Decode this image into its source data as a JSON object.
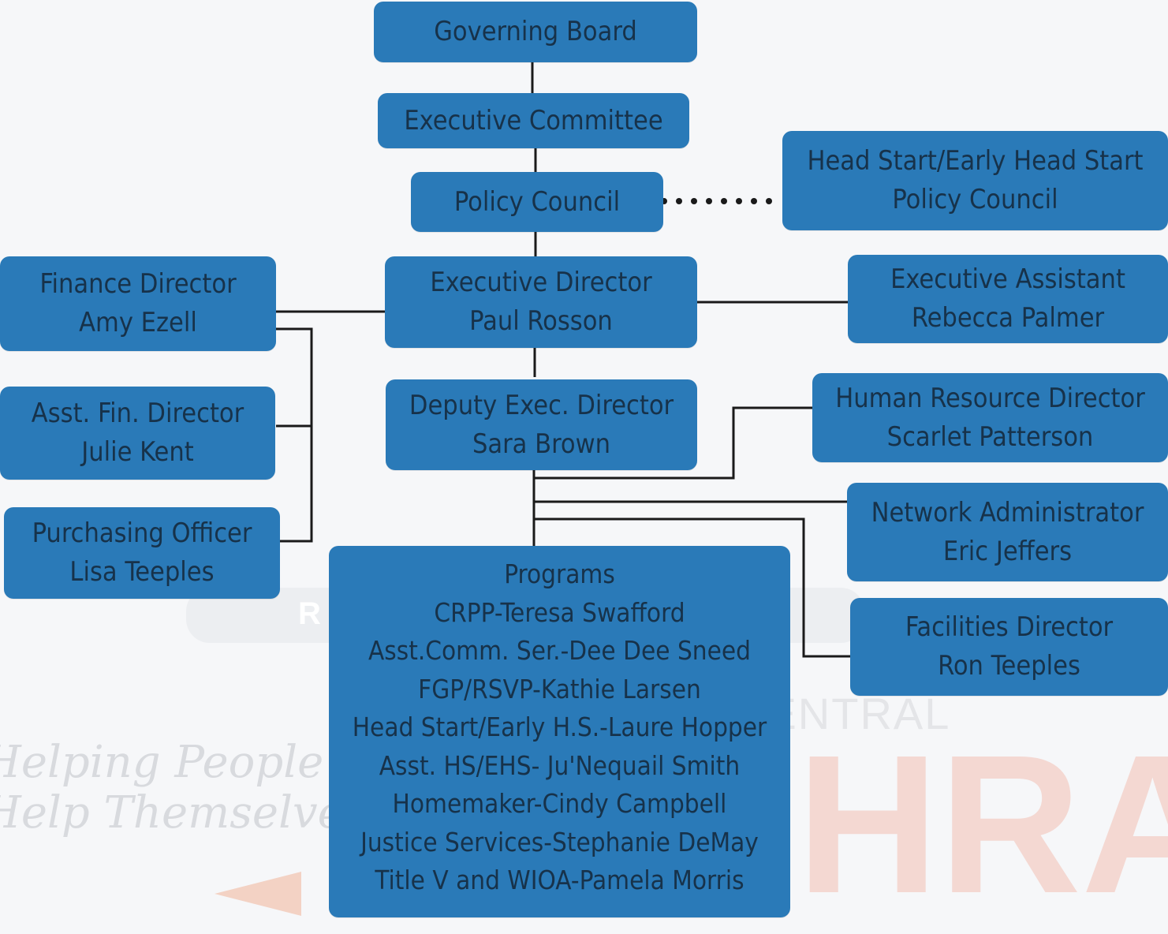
{
  "chart_data": {
    "type": "org-chart",
    "nodes": [
      {
        "id": "governing_board",
        "lines": [
          "Governing Board"
        ]
      },
      {
        "id": "executive_committee",
        "lines": [
          "Executive Committee"
        ]
      },
      {
        "id": "policy_council",
        "lines": [
          "Policy Council"
        ]
      },
      {
        "id": "hs_policy_council",
        "lines": [
          "Head Start/Early Head Start",
          "Policy Council"
        ]
      },
      {
        "id": "executive_director",
        "lines": [
          "Executive Director",
          "Paul Rosson"
        ]
      },
      {
        "id": "finance_director",
        "lines": [
          "Finance Director",
          "Amy Ezell"
        ]
      },
      {
        "id": "asst_fin_director",
        "lines": [
          "Asst. Fin. Director",
          "Julie Kent"
        ]
      },
      {
        "id": "purchasing_officer",
        "lines": [
          "Purchasing Officer",
          "Lisa Teeples"
        ]
      },
      {
        "id": "executive_assistant",
        "lines": [
          "Executive Assistant",
          "Rebecca Palmer"
        ]
      },
      {
        "id": "deputy_exec_director",
        "lines": [
          "Deputy Exec. Director",
          "Sara Brown"
        ]
      },
      {
        "id": "hr_director",
        "lines": [
          "Human Resource Director",
          "Scarlet Patterson"
        ]
      },
      {
        "id": "network_admin",
        "lines": [
          "Network Administrator",
          "Eric Jeffers"
        ]
      },
      {
        "id": "facilities_director",
        "lines": [
          "Facilities Director",
          "Ron Teeples"
        ]
      },
      {
        "id": "programs",
        "lines": [
          "Programs",
          "CRPP-Teresa Swafford",
          "Asst.Comm. Ser.-Dee Dee Sneed",
          "FGP/RSVP-Kathie Larsen",
          "Head Start/Early H.S.-Laure Hopper",
          "Asst. HS/EHS- Ju'Nequail Smith",
          "Homemaker-Cindy Campbell",
          "Justice Services-Stephanie DeMay",
          "Title V and WIOA-Pamela Morris"
        ]
      }
    ],
    "edges": [
      {
        "from": "governing_board",
        "to": "executive_committee",
        "style": "solid"
      },
      {
        "from": "executive_committee",
        "to": "policy_council",
        "style": "solid"
      },
      {
        "from": "policy_council",
        "to": "hs_policy_council",
        "style": "dotted"
      },
      {
        "from": "policy_council",
        "to": "executive_director",
        "style": "solid"
      },
      {
        "from": "executive_director",
        "to": "finance_director",
        "style": "solid"
      },
      {
        "from": "finance_director",
        "to": "asst_fin_director",
        "style": "solid"
      },
      {
        "from": "finance_director",
        "to": "purchasing_officer",
        "style": "solid"
      },
      {
        "from": "executive_director",
        "to": "executive_assistant",
        "style": "solid"
      },
      {
        "from": "executive_director",
        "to": "deputy_exec_director",
        "style": "solid"
      },
      {
        "from": "deputy_exec_director",
        "to": "hr_director",
        "style": "solid"
      },
      {
        "from": "deputy_exec_director",
        "to": "network_admin",
        "style": "solid"
      },
      {
        "from": "deputy_exec_director",
        "to": "facilities_director",
        "style": "solid"
      },
      {
        "from": "deputy_exec_director",
        "to": "programs",
        "style": "solid"
      }
    ]
  },
  "colors": {
    "box": "#2a7ab8",
    "text": "#17324a",
    "line": "#1a1a1a"
  },
  "watermark": {
    "tagline": [
      "Helping People",
      "Help Themselves"
    ],
    "logo_word": "HRA",
    "logo_sub": "CENTRAL"
  }
}
